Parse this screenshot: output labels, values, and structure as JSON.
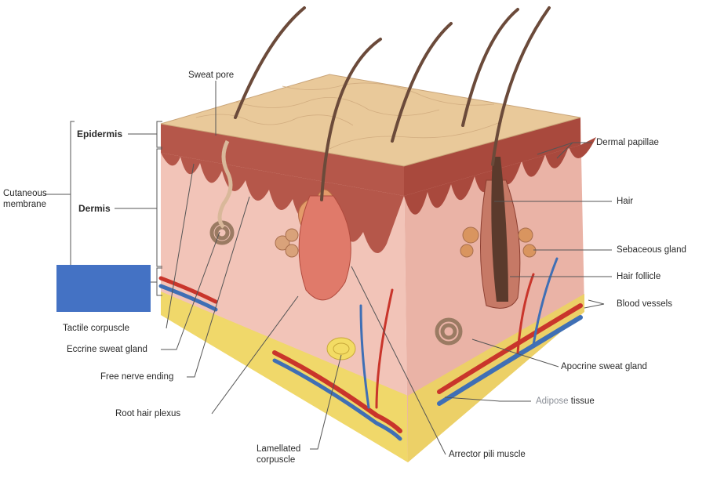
{
  "title": "Skin structure diagram",
  "labels": {
    "sweat_pore": "Sweat pore",
    "epidermis": "Epidermis",
    "dermis": "Dermis",
    "cutaneous_membrane": [
      "Cutaneous",
      "membrane"
    ],
    "tactile_corpuscle": "Tactile corpuscle",
    "eccrine_sweat_gland": "Eccrine sweat gland",
    "free_nerve_ending": "Free nerve ending",
    "root_hair_plexus": "Root hair plexus",
    "lamellated_corpuscle": [
      "Lamellated",
      "corpuscle"
    ],
    "arrector_pili_muscle": "Arrector pili muscle",
    "adipose_tissue": [
      "Adipose",
      "tissue"
    ],
    "apocrine_sweat_gland": "Apocrine sweat gland",
    "blood_vessels": "Blood vessels",
    "hair_follicle": "Hair follicle",
    "sebaceous_gland": "Sebaceous gland",
    "hair": "Hair",
    "dermal_papillae": "Dermal papillae"
  },
  "colors": {
    "cover_box": "#4472c4",
    "epidermis": "#b5574a",
    "dermis": "#f2c4b8",
    "adipose": "#f0d86a",
    "surface": "#e9c99a",
    "hair": "#6b4a3a",
    "artery": "#c9352b",
    "vein": "#3f6fb5"
  }
}
